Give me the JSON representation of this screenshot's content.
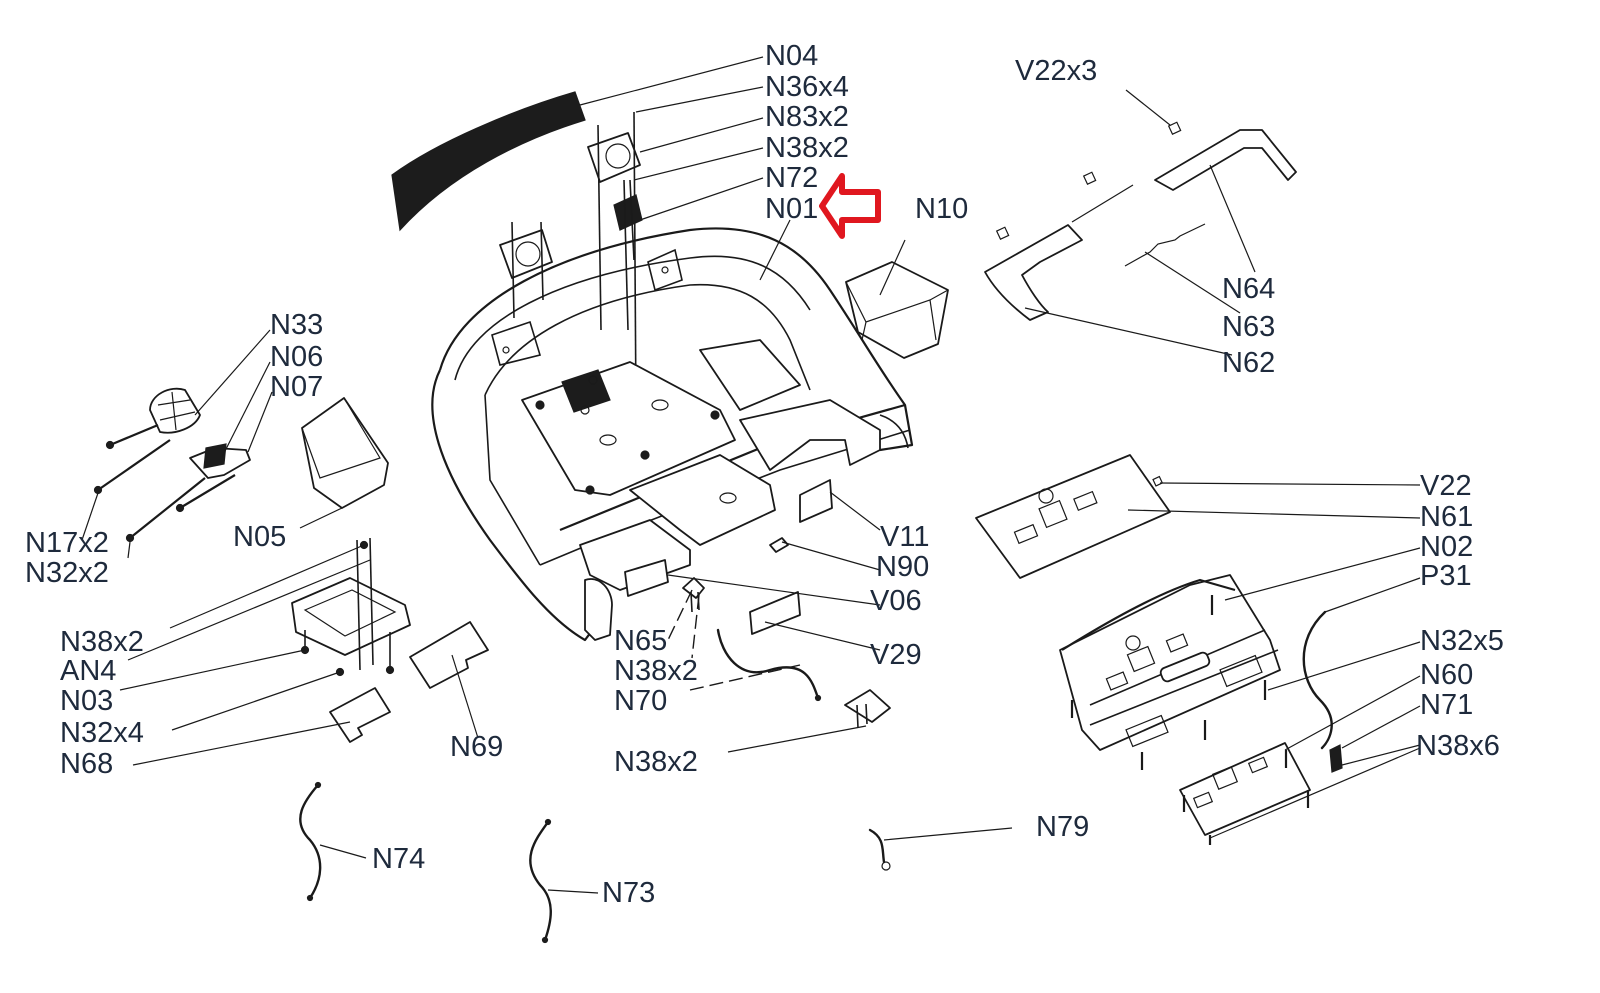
{
  "diagram": {
    "title": "Console assembly exploded parts diagram",
    "highlighted_part": "N01",
    "highlight_color": "#e0171f",
    "labels": {
      "n04": "N04",
      "n36x4": "N36x4",
      "n83x2": "N83x2",
      "n38x2_top": "N38x2",
      "n72": "N72",
      "n01": "N01",
      "n10": "N10",
      "v22x3": "V22x3",
      "n64": "N64",
      "n63": "N63",
      "n62": "N62",
      "n33": "N33",
      "n06": "N06",
      "n07": "N07",
      "n17x2": "N17x2",
      "n32x2": "N32x2",
      "n05": "N05",
      "n38x2_left": "N38x2",
      "an4": "AN4",
      "n03": "N03",
      "n32x4": "N32x4",
      "n68": "N68",
      "n69": "N69",
      "v11": "V11",
      "n90": "N90",
      "v06": "V06",
      "v29": "V29",
      "n65": "N65",
      "n38x2_mid": "N38x2",
      "n70": "N70",
      "n38x2_bottom": "N38x2",
      "v22": "V22",
      "n61": "N61",
      "n02": "N02",
      "p31": "P31",
      "n32x5": "N32x5",
      "n60": "N60",
      "n71": "N71",
      "n38x6": "N38x6",
      "n74": "N74",
      "n73": "N73",
      "n79": "N79"
    }
  }
}
